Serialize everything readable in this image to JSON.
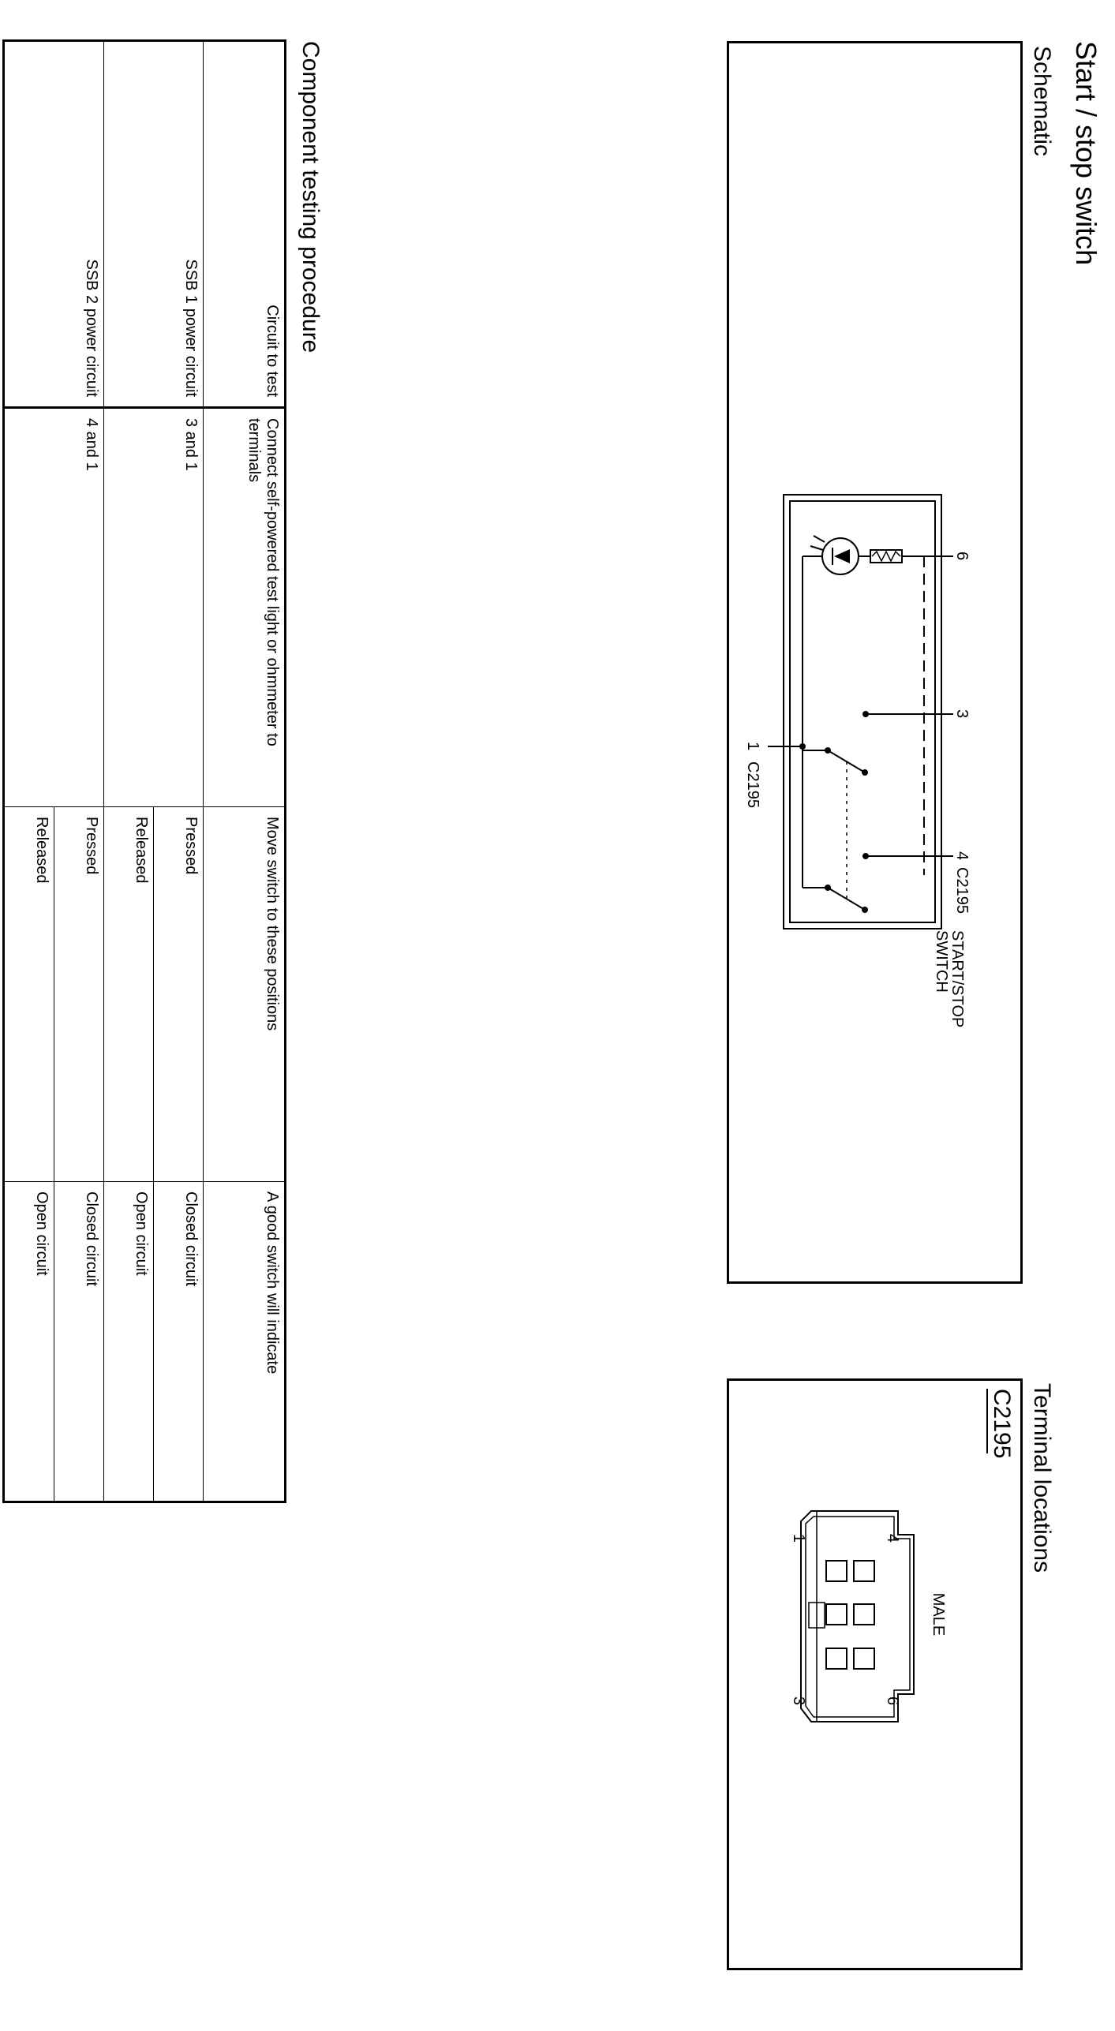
{
  "page_title": "Start / stop switch",
  "schematic": {
    "heading": "Schematic",
    "switch_label_line1": "START/STOP",
    "switch_label_line2": "SWITCH",
    "connector": "C2195",
    "pins": {
      "p6": "6",
      "p3": "3",
      "p4": "4",
      "p1": "1"
    }
  },
  "terminals": {
    "heading": "Terminal locations",
    "connector": "C2195",
    "gender": "MALE",
    "pins": {
      "p1": "1",
      "p4": "4",
      "p3": "3",
      "p6": "6"
    }
  },
  "procedure": {
    "heading": "Component testing procedure",
    "headers": {
      "circuit": "Circuit to test",
      "connect": "Connect self-powered test light or ohmmeter to terminals",
      "move": "Move switch to these positions",
      "result": "A good switch will indicate"
    },
    "rows": [
      {
        "circuit": "SSB 1 power circuit",
        "terminals": "3 and 1",
        "positions": [
          "Pressed",
          "Released"
        ],
        "results": [
          "Closed circuit",
          "Open circuit"
        ]
      },
      {
        "circuit": "SSB 2 power circuit",
        "terminals": "4 and 1",
        "positions": [
          "Pressed",
          "Released"
        ],
        "results": [
          "Closed circuit",
          "Open circuit"
        ]
      }
    ]
  }
}
